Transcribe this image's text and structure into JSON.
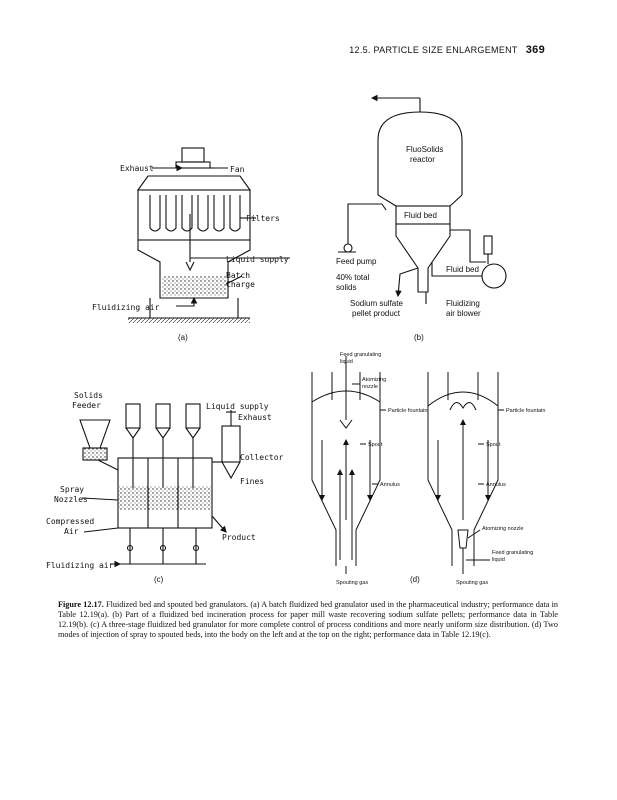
{
  "header": {
    "running_title": "12.5. PARTICLE SIZE ENLARGEMENT",
    "page_number": "369"
  },
  "figure_a": {
    "labels": {
      "exhaust": "Exhaust",
      "fan": "Fan",
      "filters": "Filters",
      "liquid_supply": "Liquid supply",
      "batch": "Batch",
      "charge": "Charge",
      "fluidizing_air": "Fluidizing air"
    },
    "sublabel": "(a)"
  },
  "figure_b": {
    "labels": {
      "fluosolids": "FluoSolids",
      "reactor": "reactor",
      "fluid_bed_inner": "Fluid bed",
      "feed_pump": "Feed pump",
      "total_solids_1": "40% total",
      "total_solids_2": "solids",
      "fluid_bed_side": "Fluid bed",
      "sodium_1": "Sodium sulfate",
      "sodium_2": "pellet product",
      "air_1": "Fluidizing",
      "air_2": "air blower"
    },
    "sublabel": "(b)"
  },
  "figure_c": {
    "labels": {
      "solids": "Solids",
      "feeder": "Feeder",
      "liquid_supply": "Liquid supply",
      "exhaust": "Exhaust",
      "collector": "Collector",
      "fines": "Fines",
      "spray": "Spray",
      "nozzles": "Nozzles",
      "compressed": "Compressed",
      "air": "Air",
      "product": "Product",
      "fluidizing_air": "Fluidizing air"
    },
    "sublabel": "(c)"
  },
  "figure_d": {
    "labels": {
      "feed_granulating_1": "Feed granulating",
      "feed_granulating_2": "liquid",
      "atomizing_1": "Atomizing",
      "atomizing_2": "nozzle",
      "particle_fountain_l": "Particle fountain",
      "spout_l": "Spout",
      "annulus_l": "Annulus",
      "spouting_gas_l": "Spouting gas",
      "particle_fountain_r": "Particle fountain",
      "spout_r": "Spout",
      "annulus_r": "Annulus",
      "atomizing_nozzle_r": "Atomizing nozzle",
      "feed_r_1": "Feed granulating",
      "feed_r_2": "liquid",
      "spouting_gas_r": "Spouting gas"
    },
    "sublabel": "(d)"
  },
  "caption": {
    "label": "Figure 12.17.",
    "text": "Fluidized bed and spouted bed granulators. (a) A batch fluidized bed granulator used in the pharmaceutical industry; performance data in Table 12.19(a). (b) Part of a fluidized bed incineration process for paper mill waste recovering sodium sulfate pellets; performance data in Table 12.19(b). (c) A three-stage fluidized bed granulator for more complete control of process conditions and more nearly uniform size distribution. (d) Two modes of injection of spray to spouted beds, into the body on the left and at the top on the right; performance data in Table 12.19(c)."
  }
}
